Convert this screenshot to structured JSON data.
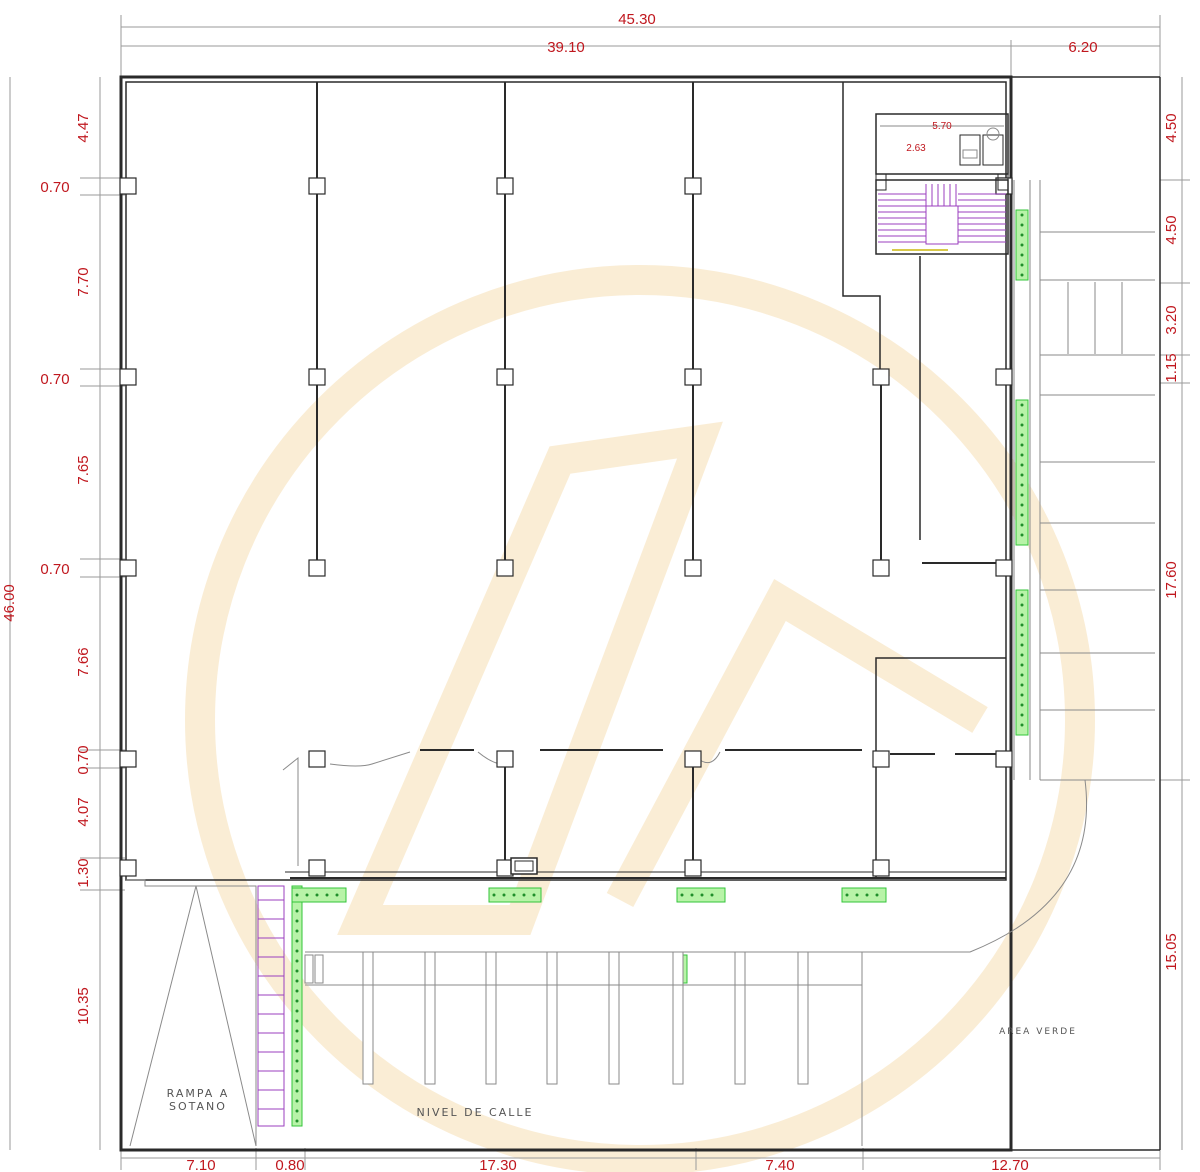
{
  "top_dimensions": {
    "overall": "45.30",
    "building": "39.10",
    "side_strip": "6.20"
  },
  "left_dimensions": {
    "overall": "46.00",
    "segments": [
      "4.47",
      "0.70",
      "7.70",
      "0.70",
      "7.65",
      "0.70",
      "7.66",
      "0.70",
      "4.07",
      "1.30",
      "10.35"
    ]
  },
  "right_dimensions": {
    "segments": [
      "4.50",
      "4.50",
      "3.20",
      "1.15",
      "17.60",
      "15.05"
    ]
  },
  "bottom_dimensions": {
    "segments": [
      "7.10",
      "0.80",
      "17.30",
      "7.40",
      "12.70"
    ]
  },
  "room_labels": {
    "ramp_line1": "RAMPA A",
    "ramp_line2": "SOTANO",
    "street_level": "NIVEL DE CALLE",
    "green_area": "AREA VERDE"
  },
  "small_notes": {
    "bath_width": "5.70",
    "bath_depth": "2.63"
  },
  "colors": {
    "dimension_text": "#c0171e",
    "wall": "#2a2a2a",
    "planter_fill": "#b8f3a8",
    "planter_stroke": "#33c43a",
    "stair": "#9b3fbf",
    "watermark": "#f5deb2"
  }
}
